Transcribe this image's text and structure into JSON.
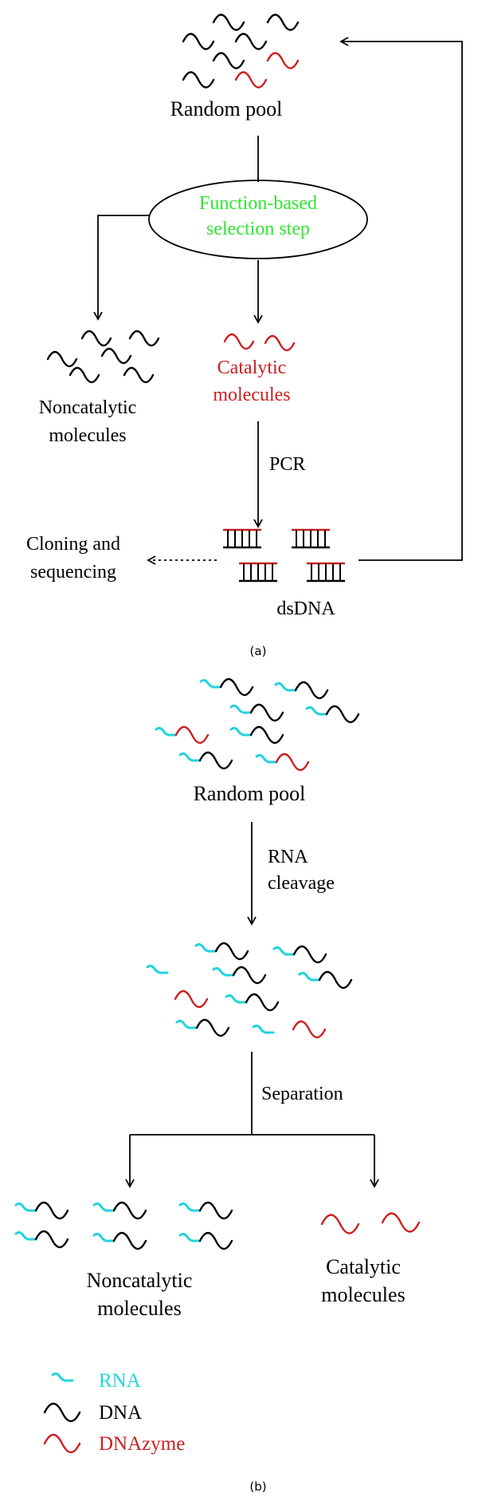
{
  "panel_a": {
    "random_pool": "Random pool",
    "selection_line1": "Function-based",
    "selection_line2": "selection step",
    "catalytic_line1": "Catalytic",
    "catalytic_line2": "molecules",
    "noncatalytic_line1": "Noncatalytic",
    "noncatalytic_line2": "molecules",
    "pcr": "PCR",
    "cloning_line1": "Cloning and",
    "cloning_line2": "sequencing",
    "dsdna": "dsDNA",
    "caption": "(a)"
  },
  "panel_b": {
    "random_pool": "Random pool",
    "rna_line1": "RNA",
    "rna_line2": "cleavage",
    "separation": "Separation",
    "noncatalytic_line1": "Noncatalytic",
    "noncatalytic_line2": "molecules",
    "catalytic_line1": "Catalytic",
    "catalytic_line2": "molecules",
    "caption": "(b)"
  },
  "legend": {
    "rna": "RNA",
    "dna": "DNA",
    "dnazyme": "DNAzyme"
  },
  "colors": {
    "rna": "#22d3e0",
    "dna": "#000000",
    "dnazyme": "#cc1f1f",
    "selection_text": "#2ee82e"
  }
}
